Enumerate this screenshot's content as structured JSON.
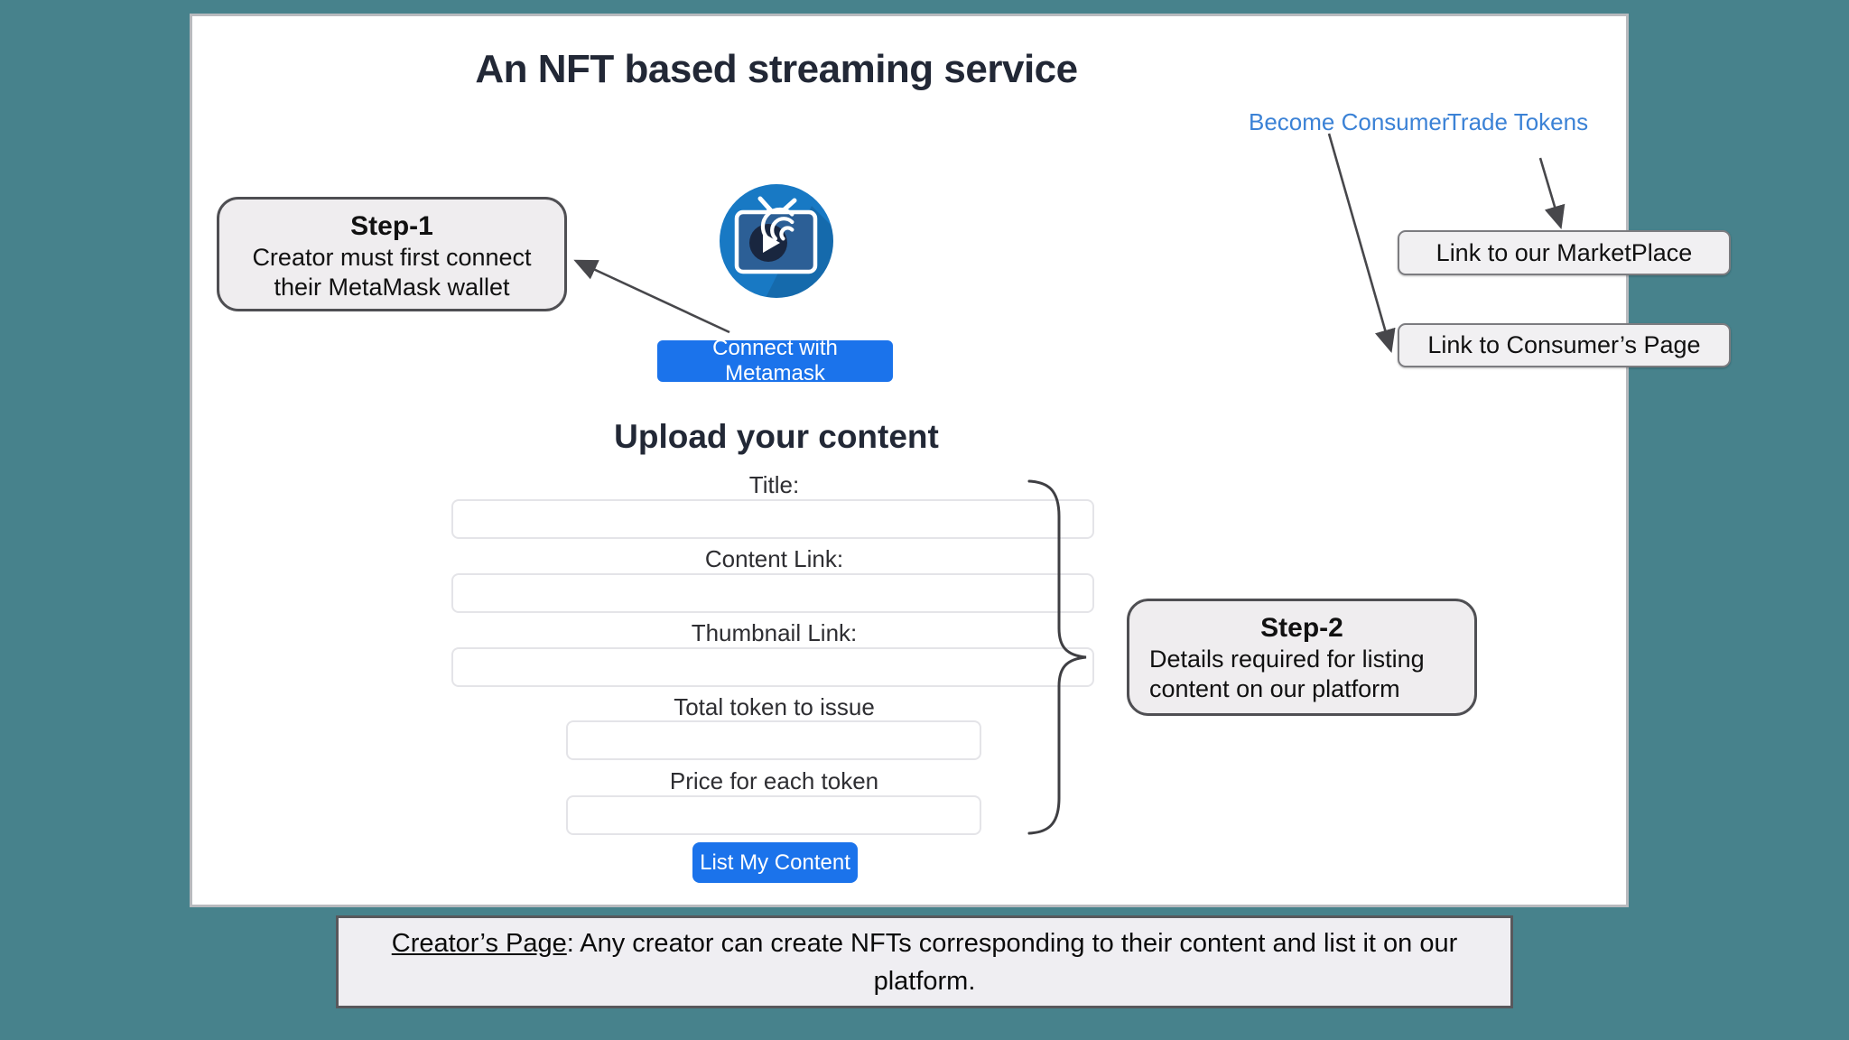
{
  "page": {
    "title": "An NFT based streaming service",
    "nav": {
      "become_consumer": "Become Consumer",
      "trade_tokens": "Trade Tokens",
      "link_color": "#3b82d6"
    },
    "logo": {
      "icon": "tv-play-logo-icon",
      "color": "#1879c4"
    },
    "connect_button_label": "Connect with Metamask",
    "upload": {
      "heading": "Upload your content",
      "fields": [
        {
          "label": "Title:",
          "value": "",
          "size": "wide"
        },
        {
          "label": "Content Link:",
          "value": "",
          "size": "wide"
        },
        {
          "label": "Thumbnail Link:",
          "value": "",
          "size": "wide"
        },
        {
          "label": "Total token to issue",
          "value": "",
          "size": "narrow"
        },
        {
          "label": "Price for each token",
          "value": "",
          "size": "narrow"
        }
      ],
      "submit_button_label": "List My Content"
    },
    "button_color": "#1b73eb"
  },
  "annotations": {
    "step1": {
      "title": "Step-1",
      "line1": "Creator must first connect",
      "line2": "their MetaMask wallet"
    },
    "step2": {
      "title": "Step-2",
      "line1": "Details required for listing",
      "line2": "content on our platform"
    },
    "marketplace_link_label": "Link to our MarketPlace",
    "consumer_link_label": "Link to Consumer’s Page",
    "caption": {
      "lead": "Creator’s Page",
      "rest": ": Any creator can create NFTs corresponding to their content and list it on our platform."
    },
    "background_color": "#47828C",
    "callout_fill": "#efedef",
    "arrow_color": "#47474b"
  }
}
